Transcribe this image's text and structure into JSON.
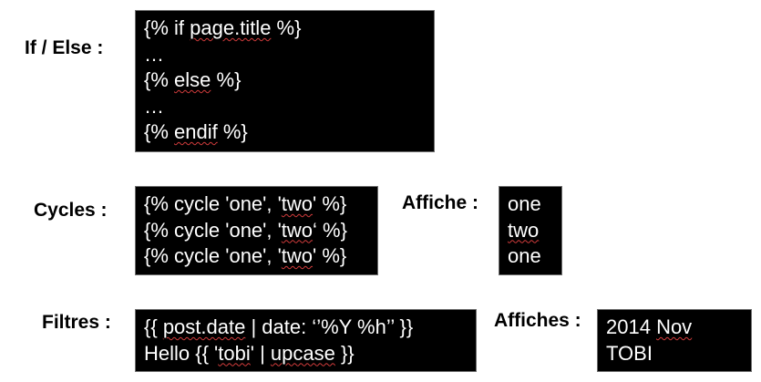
{
  "ifelse": {
    "label": "If / Else :",
    "code": {
      "l1_a": "{% if ",
      "l1_b": "page.title",
      "l1_c": " %}",
      "l2": "…",
      "l3_a": "{% ",
      "l3_b": "else",
      "l3_c": " %}",
      "l4": "…",
      "l5_a": "{% ",
      "l5_b": "endif",
      "l5_c": " %}"
    }
  },
  "cycles": {
    "label": "Cycles :",
    "code": {
      "l1_a": "{% cycle 'one', '",
      "l1_b": "two",
      "l1_c": "' %}",
      "l2_a": "{% cycle 'one', '",
      "l2_b": "two",
      "l2_c": "‘ %}",
      "l3_a": "{% cycle 'one', '",
      "l3_b": "two",
      "l3_c": "' %}"
    },
    "output_label": "Affiche :",
    "output": {
      "l1": "one",
      "l2": "two",
      "l3": "one"
    }
  },
  "filtres": {
    "label": "Filtres :",
    "code": {
      "l1_a": "{{ ",
      "l1_b": "post.date",
      "l1_c": " | date: ‘’%Y %h’’ }}",
      "l2_a": "Hello {{ '",
      "l2_b": "tobi",
      "l2_c": "' | ",
      "l2_d": "upcase",
      "l2_e": " }}"
    },
    "output_label": "Affiches :",
    "output": {
      "l1_a": "2014 ",
      "l1_b": "Nov",
      "l2": "TOBI"
    }
  }
}
